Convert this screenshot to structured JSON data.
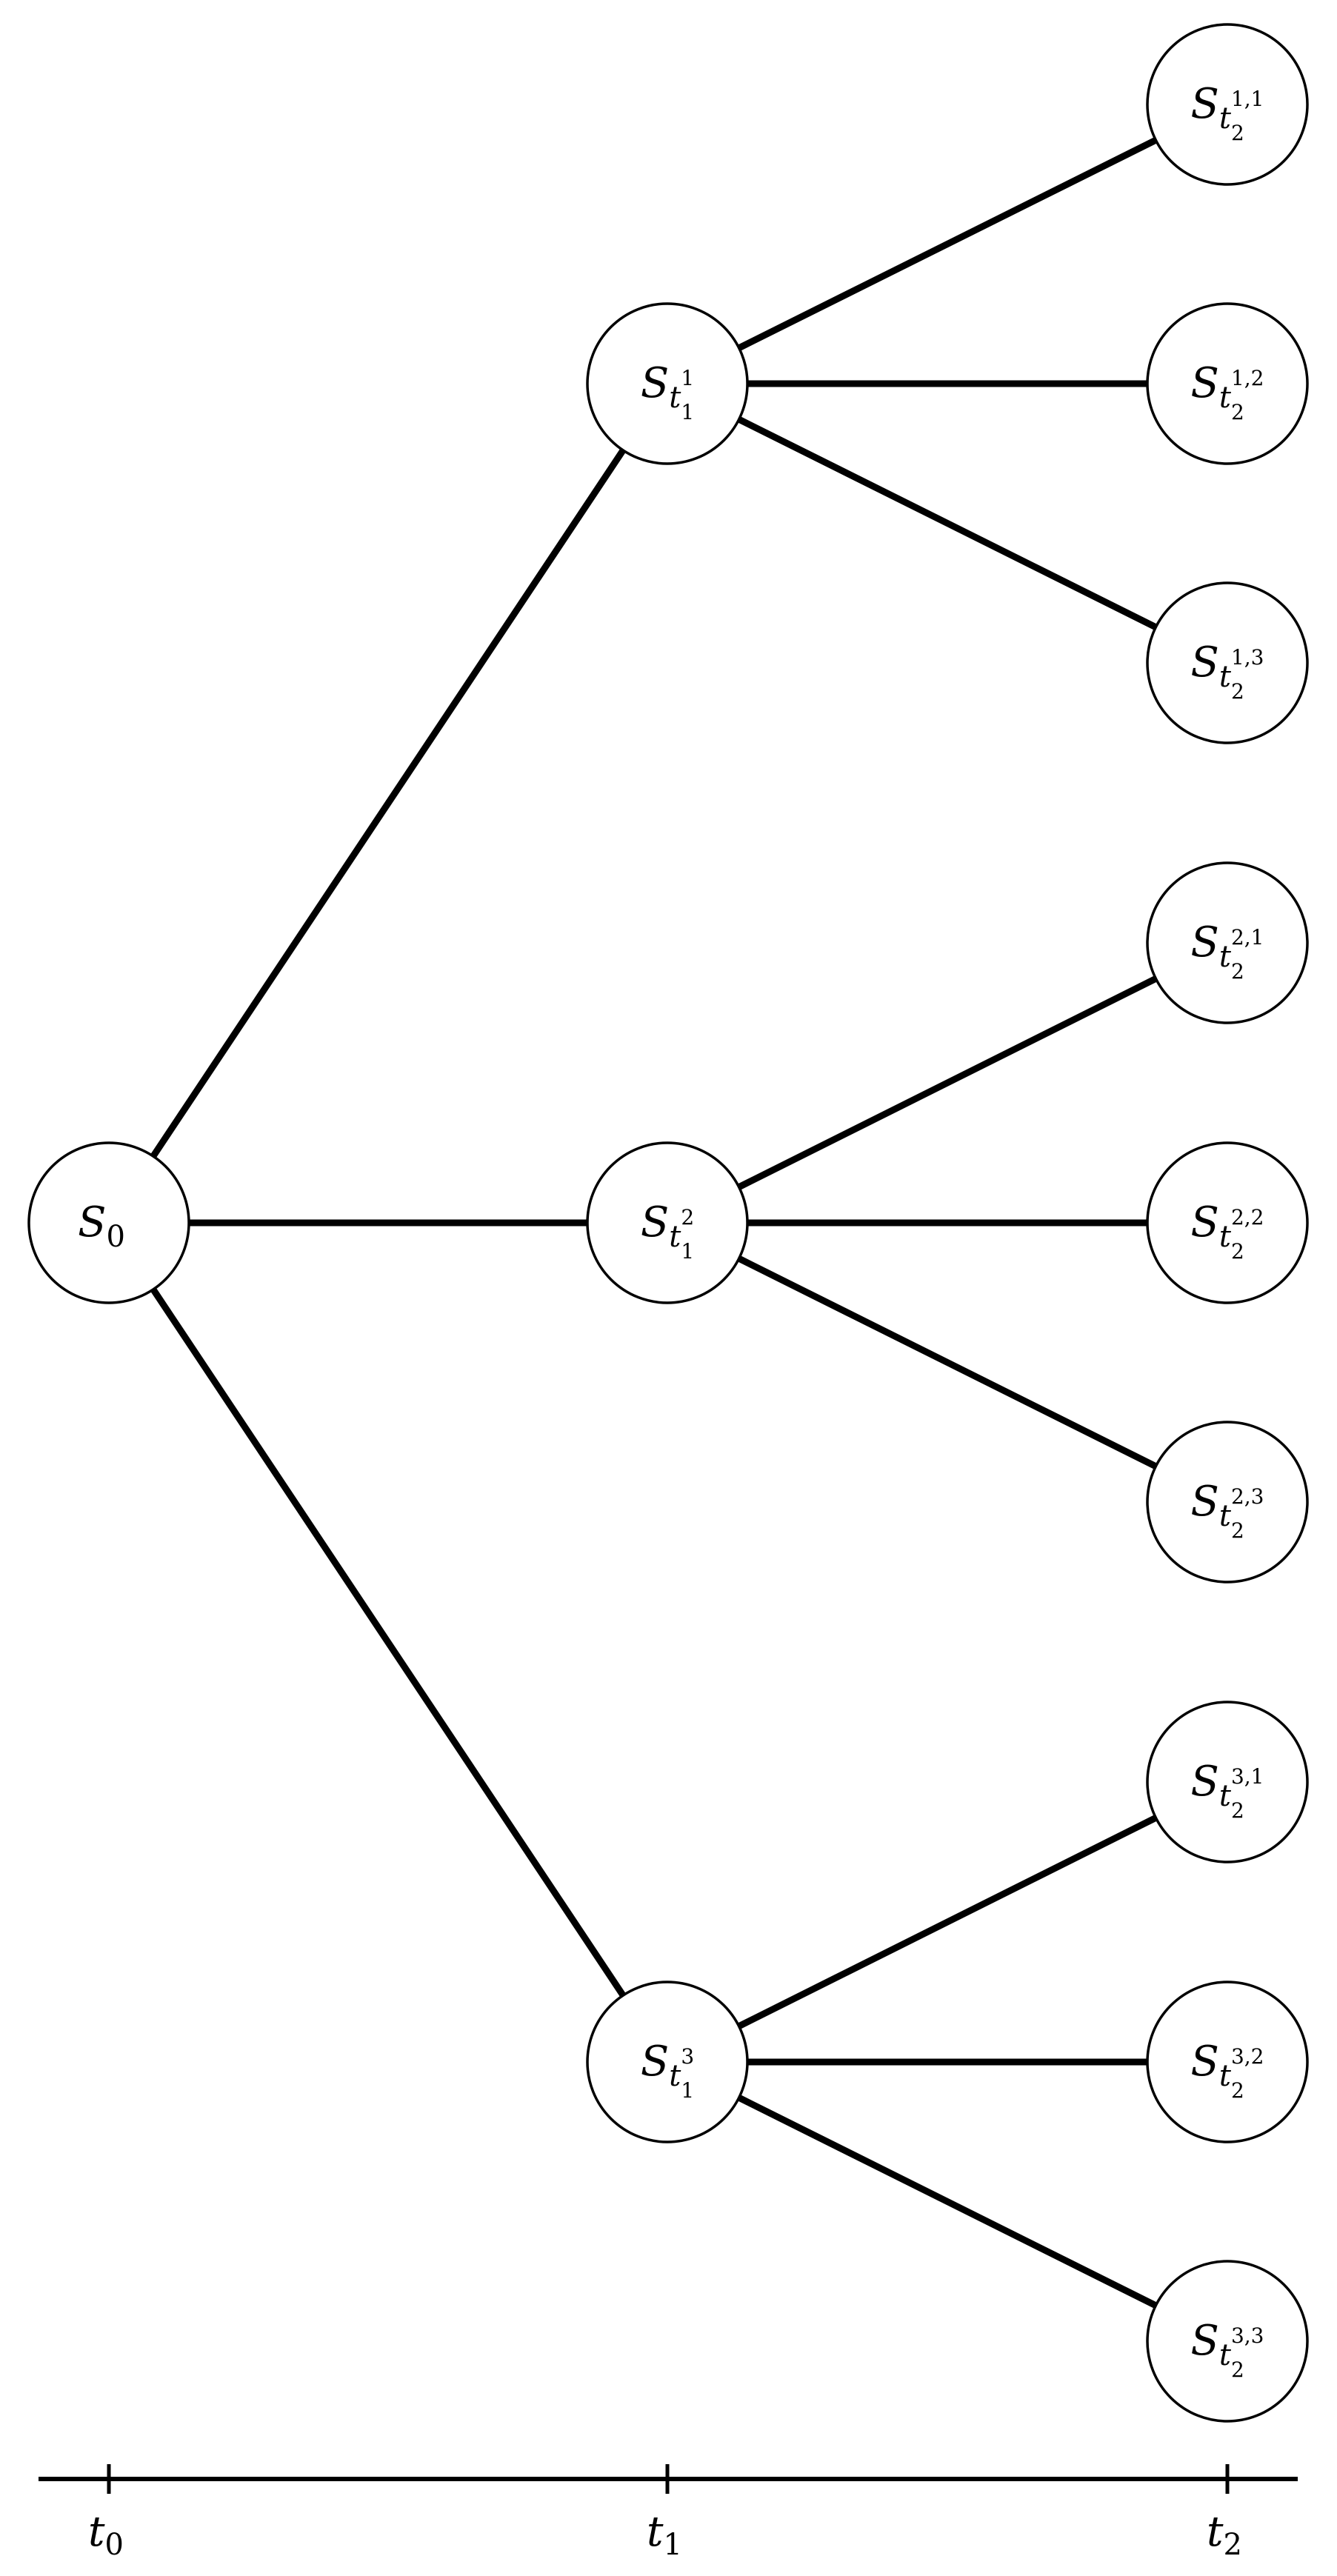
{
  "diagram": {
    "type": "tree",
    "colors": {
      "line": "#000000",
      "node_fill": "#ffffff",
      "background": "#ffffff"
    },
    "root": {
      "base": "S",
      "sub": "0"
    },
    "level1": [
      {
        "base": "S",
        "sub": "t",
        "subsub": "1",
        "sup": "1"
      },
      {
        "base": "S",
        "sub": "t",
        "subsub": "1",
        "sup": "2"
      },
      {
        "base": "S",
        "sub": "t",
        "subsub": "1",
        "sup": "3"
      }
    ],
    "level2": [
      {
        "base": "S",
        "sub": "t",
        "subsub": "2",
        "sup": "1,1"
      },
      {
        "base": "S",
        "sub": "t",
        "subsub": "2",
        "sup": "1,2"
      },
      {
        "base": "S",
        "sub": "t",
        "subsub": "2",
        "sup": "1,3"
      },
      {
        "base": "S",
        "sub": "t",
        "subsub": "2",
        "sup": "2,1"
      },
      {
        "base": "S",
        "sub": "t",
        "subsub": "2",
        "sup": "2,2"
      },
      {
        "base": "S",
        "sub": "t",
        "subsub": "2",
        "sup": "2,3"
      },
      {
        "base": "S",
        "sub": "t",
        "subsub": "2",
        "sup": "3,1"
      },
      {
        "base": "S",
        "sub": "t",
        "subsub": "2",
        "sup": "3,2"
      },
      {
        "base": "S",
        "sub": "t",
        "subsub": "2",
        "sup": "3,3"
      }
    ],
    "time_axis": [
      {
        "base": "t",
        "sub": "0"
      },
      {
        "base": "t",
        "sub": "1"
      },
      {
        "base": "t",
        "sub": "2"
      }
    ]
  }
}
